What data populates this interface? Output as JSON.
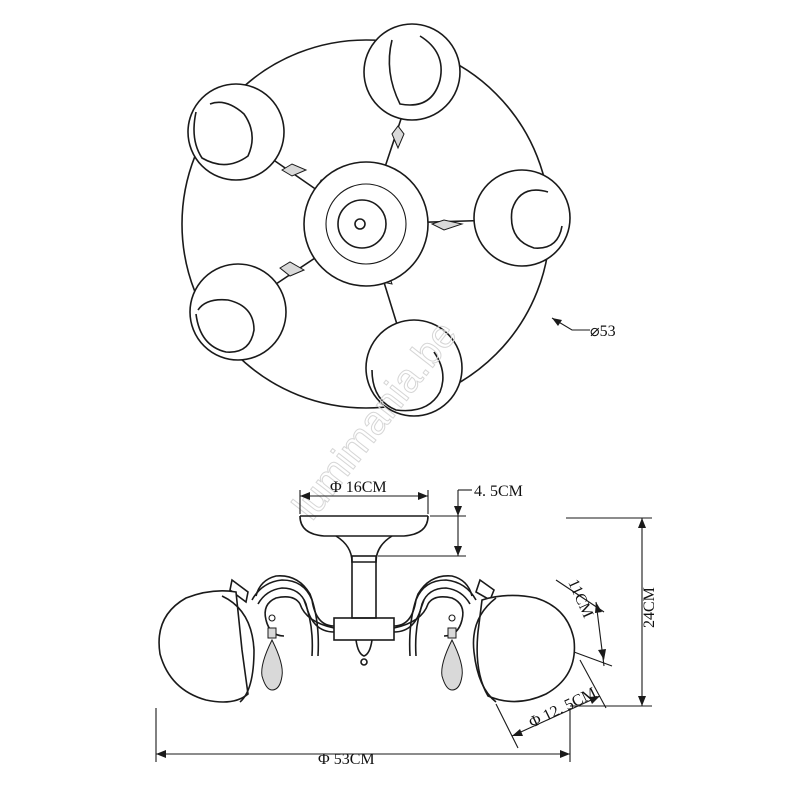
{
  "watermark": "lumimania.be",
  "colors": {
    "line": "#1a1a1a",
    "crystal": "#d9d9d9",
    "watermark": "#d6d6d6",
    "background": "#ffffff"
  },
  "top_view": {
    "diameter_label": "⌀53"
  },
  "side_view": {
    "canopy_diameter_label": "Φ 16CM",
    "canopy_height_label": "4. 5CM",
    "total_height_label": "24CM",
    "shade_height_label": "11CM",
    "shade_diameter_label": "Φ 12. 5CM",
    "total_width_label": "Φ 53CM"
  }
}
